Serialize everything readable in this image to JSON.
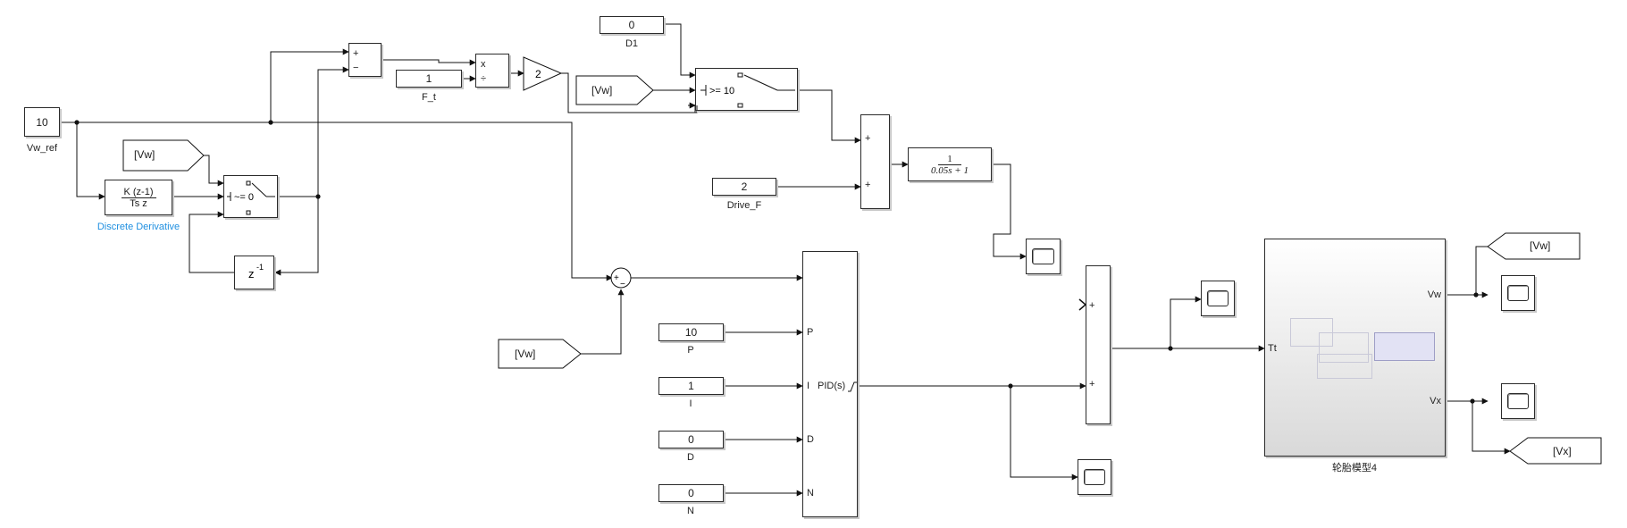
{
  "blocks": {
    "vw_ref": {
      "value": "10",
      "label": "Vw_ref"
    },
    "d1": {
      "value": "0",
      "label": "D1"
    },
    "f_t": {
      "value": "1",
      "label": "F_t"
    },
    "drive_f": {
      "value": "2",
      "label": "Drive_F"
    },
    "p_const": {
      "value": "10",
      "label": "P"
    },
    "i_const": {
      "value": "1",
      "label": "I"
    },
    "d_const": {
      "value": "0",
      "label": "D"
    },
    "n_const": {
      "value": "0",
      "label": "N"
    },
    "gain": {
      "value": "2"
    },
    "switch1": {
      "criterion": "~= 0"
    },
    "switch2": {
      "criterion": ">= 10"
    },
    "discrete_derivative": {
      "numerator": "K (z-1)",
      "denominator": "Ts z",
      "label": "Discrete Derivative"
    },
    "unit_delay": {
      "text": "z",
      "exponent": "-1"
    },
    "transfer_fcn": {
      "numerator": "1",
      "denominator": "0.05s + 1"
    },
    "pid": {
      "label": "PID(s)",
      "ports": [
        "P",
        "I",
        "D",
        "N"
      ]
    },
    "tire_model": {
      "label": "轮胎模型4",
      "in_port": "Tt",
      "out_ports": [
        "Vw",
        "Vx"
      ]
    },
    "product": {
      "signs": [
        "x",
        "÷"
      ]
    },
    "sum_top": {
      "signs": [
        "+",
        "−"
      ]
    },
    "sum_mid": {
      "signs": [
        "+",
        "+"
      ]
    },
    "sum_err": {
      "signs": [
        "+",
        "−"
      ]
    },
    "sum_right": {
      "signs": [
        "+",
        "+"
      ]
    }
  },
  "tags": {
    "from_vw_1": "[Vw]",
    "from_vw_2": "[Vw]",
    "from_vw_3": "[Vw]",
    "goto_vw": "[Vw]",
    "goto_vx": "[Vx]"
  }
}
